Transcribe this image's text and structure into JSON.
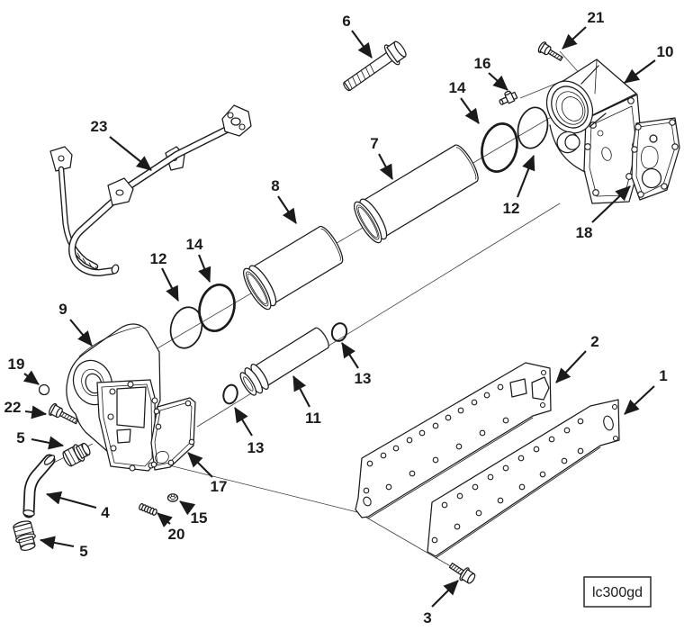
{
  "figure": {
    "code_label": "lc300gd",
    "kind": "exploded-parts-diagram",
    "background_color": "#ffffff",
    "line_color": "#1b1b1b"
  },
  "callouts": [
    {
      "label": "23",
      "part_hint": "mounting-bracket"
    },
    {
      "label": "6",
      "part_hint": "hex-flange-bolt-long"
    },
    {
      "label": "21",
      "part_hint": "hex-flange-bolt-short"
    },
    {
      "label": "16",
      "part_hint": "elbow-fitting"
    },
    {
      "label": "14",
      "part_hint": "seal-ring"
    },
    {
      "label": "10",
      "part_hint": "cooler-cover-housing"
    },
    {
      "label": "7",
      "part_hint": "cooler-element-tube"
    },
    {
      "label": "12",
      "part_hint": "o-ring"
    },
    {
      "label": "18",
      "part_hint": "cover-gasket"
    },
    {
      "label": "8",
      "part_hint": "cooler-element-tube"
    },
    {
      "label": "12",
      "part_hint": "o-ring"
    },
    {
      "label": "14",
      "part_hint": "seal-ring"
    },
    {
      "label": "9",
      "part_hint": "oil-cooler-housing"
    },
    {
      "label": "13",
      "part_hint": "o-ring-small"
    },
    {
      "label": "11",
      "part_hint": "transfer-tube"
    },
    {
      "label": "13",
      "part_hint": "o-ring-small"
    },
    {
      "label": "2",
      "part_hint": "cooler-plate-gasket"
    },
    {
      "label": "1",
      "part_hint": "cooler-plate-gasket"
    },
    {
      "label": "19",
      "part_hint": "cup-plug"
    },
    {
      "label": "22",
      "part_hint": "hex-bolt"
    },
    {
      "label": "5",
      "part_hint": "adapter-fitting"
    },
    {
      "label": "4",
      "part_hint": "hose-elbow"
    },
    {
      "label": "5",
      "part_hint": "adapter-fitting"
    },
    {
      "label": "20",
      "part_hint": "spring-pin"
    },
    {
      "label": "15",
      "part_hint": "flange-nut"
    },
    {
      "label": "17",
      "part_hint": "housing-gasket"
    },
    {
      "label": "3",
      "part_hint": "hex-flange-bolt"
    }
  ]
}
